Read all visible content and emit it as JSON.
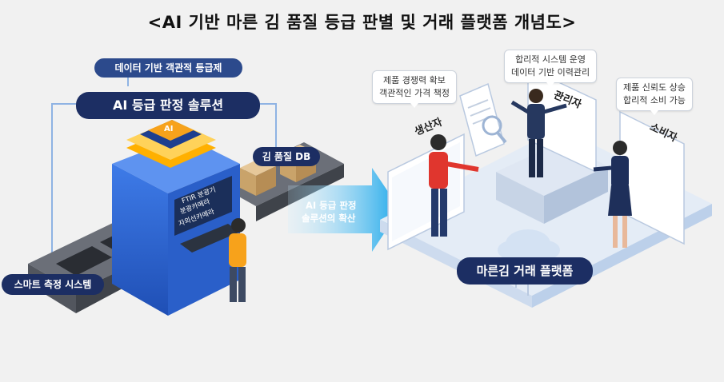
{
  "title": "<AI 기반 마른 김 품질 등급 판별 및 거래 플랫폼 개념도>",
  "left": {
    "tag_top": "데이터 기반 객관적 등급제",
    "solution": "AI 등급 판정 솔루션",
    "db": "김 품질 DB",
    "measure": "스마트 측정 시스템",
    "machine_labels": [
      "FTIR 분광기",
      "분광카메라",
      "자외선카메라"
    ],
    "chip": "AI"
  },
  "arrow": {
    "line1": "AI 등급 판정",
    "line2": "솔루션의 확산"
  },
  "right": {
    "producer": {
      "role": "생산자",
      "bubble1": "제품 경쟁력 확보",
      "bubble2": "객관적인 가격 책정"
    },
    "manager": {
      "role": "관리자",
      "bubble1": "합리적 시스템 운영",
      "bubble2": "데이터 기반 이력관리"
    },
    "consumer": {
      "role": "소비자",
      "bubble1": "제품 신뢰도 상승",
      "bubble2": "합리적 소비 가능"
    },
    "platform": "마른김 거래 플랫폼"
  },
  "colors": {
    "navy": "#1c2e63",
    "blue": "#2f6fe0",
    "orange": "#f7a21b",
    "light_blue": "#cfe0f5"
  }
}
